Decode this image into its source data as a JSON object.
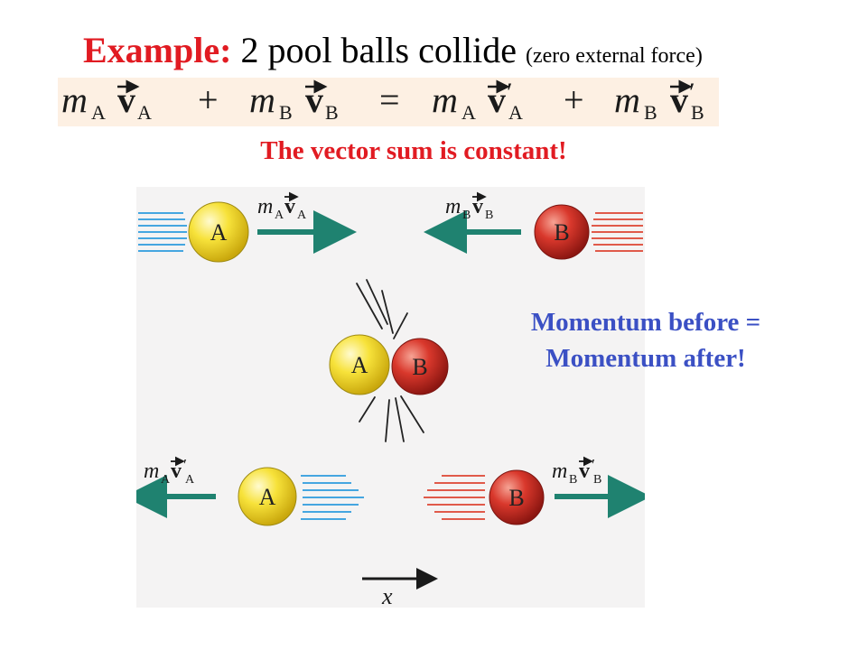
{
  "title": {
    "lead": "Example:",
    "main": "2 pool balls collide",
    "paren": "(zero external force)"
  },
  "equation": {
    "lhs1_m": "m",
    "lhs1_m_sub": "A",
    "lhs1_v": "v",
    "lhs1_v_sub": "A",
    "plus": "+",
    "lhs2_m": "m",
    "lhs2_m_sub": "B",
    "lhs2_v": "v",
    "lhs2_v_sub": "B",
    "equals": "=",
    "rhs1_m": "m",
    "rhs1_m_sub": "A",
    "rhs1_v": "v",
    "rhs1_prime": "′",
    "rhs1_v_sub": "A",
    "rhs2_m": "m",
    "rhs2_m_sub": "B",
    "rhs2_v": "v",
    "rhs2_prime": "′",
    "rhs2_v_sub": "B"
  },
  "subtitle": "The vector sum is constant!",
  "note": {
    "line1": "Momentum before =",
    "line2": "Momentum after!"
  },
  "diagram": {
    "ball_a_label": "A",
    "ball_b_label": "B",
    "mass": "m",
    "velocity": "v",
    "sub_a": "A",
    "sub_b": "B",
    "prime": "′",
    "axis_label": "x"
  },
  "colors": {
    "title_red": "#e11b22",
    "note_blue": "#3b50c4",
    "ball_a": "#f7e23a",
    "ball_b": "#d9382c",
    "arrow": "#1f8270",
    "motion_blue": "#45a6e0",
    "motion_red": "#e05a4a"
  }
}
